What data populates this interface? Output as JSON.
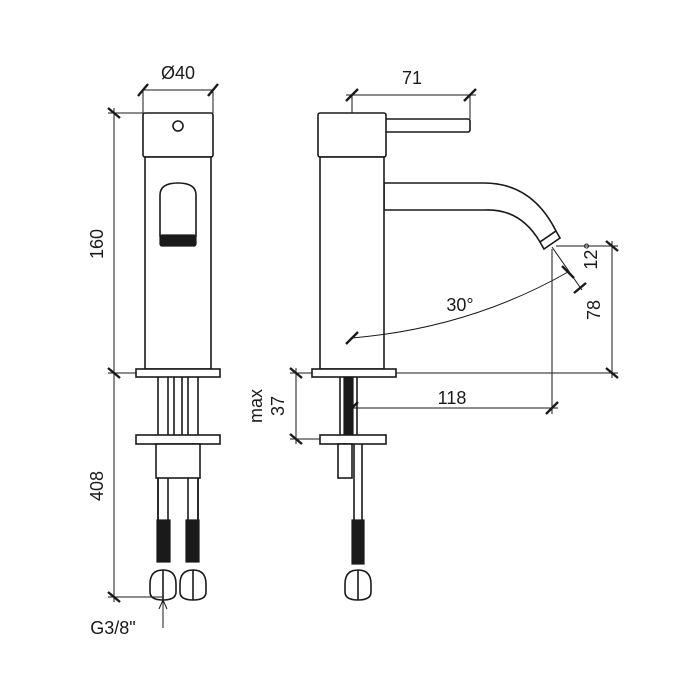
{
  "labels": {
    "diameter": "Ø40",
    "body_height": "160",
    "hose_length": "408",
    "thread": "G3/8\"",
    "spout_offset": "71",
    "swivel_angle": "30°",
    "tilt_angle": "12°",
    "spout_height": "78",
    "spout_reach": "118",
    "max_thickness_a": "max",
    "max_thickness_b": "37"
  },
  "colors": {
    "ink": "#1a1a1a",
    "paper": "#ffffff"
  }
}
